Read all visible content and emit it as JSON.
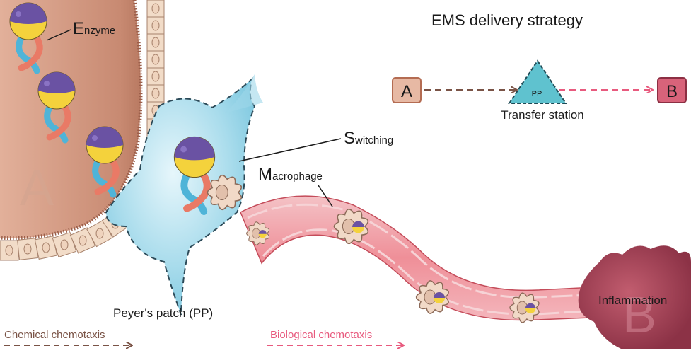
{
  "title": "EMS delivery strategy",
  "labels": {
    "enzyme_initial": "E",
    "enzyme_rest": "nzyme",
    "switching_initial": "S",
    "switching_rest": "witching",
    "macrophage_initial": "M",
    "macrophage_rest": "acrophage",
    "peyers_patch": "Peyer's patch (PP)",
    "inflammation": "Inflammation",
    "region_a": "A",
    "region_b": "B"
  },
  "strategy": {
    "node_a": "A",
    "node_pp": "PP",
    "node_b": "B",
    "station_label": "Transfer station"
  },
  "legend": {
    "chemical": "Chemical chemotaxis",
    "biological": "Biological chemotaxis"
  },
  "colors": {
    "chemical_arrow": "#7a5346",
    "biological_arrow": "#e85a7e",
    "patch_fill": "#9fd7ea",
    "node_a_fill": "#e7b9a4",
    "node_b_fill": "#d8637a",
    "enzyme_purple": "#6a52a3",
    "enzyme_yellow": "#f4d23c",
    "enzyme_blue": "#4fb4d8",
    "enzyme_red": "#e97a66"
  }
}
